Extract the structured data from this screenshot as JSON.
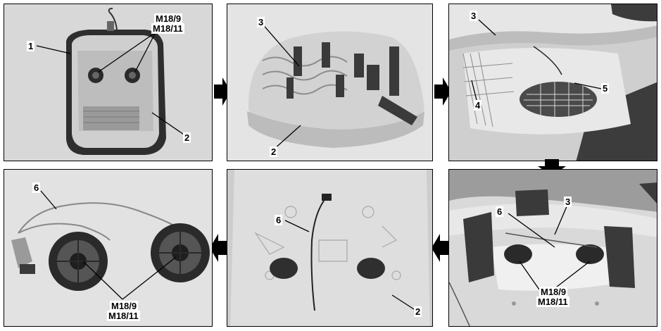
{
  "figure": {
    "panels": [
      {
        "id": "panel-1",
        "callouts": [
          "1",
          "2",
          "M18/9",
          "M18/11"
        ]
      },
      {
        "id": "panel-2",
        "callouts": [
          "3",
          "2"
        ]
      },
      {
        "id": "panel-3",
        "callouts": [
          "3",
          "4",
          "5"
        ]
      },
      {
        "id": "panel-4",
        "callouts": [
          "6",
          "3",
          "M18/9",
          "M18/11"
        ]
      },
      {
        "id": "panel-5",
        "callouts": [
          "6",
          "2"
        ]
      },
      {
        "id": "panel-6",
        "callouts": [
          "6",
          "M18/9",
          "M18/11"
        ]
      }
    ],
    "flow_arrows": [
      "right",
      "right",
      "down",
      "left",
      "left"
    ],
    "colors": {
      "frame": "#000000",
      "panel_bg": "#e3e3e3",
      "arrow": "#000000"
    }
  },
  "labels": {
    "p1": {
      "one": "1",
      "two": "2",
      "m189": "M18/9",
      "m1811": "M18/11"
    },
    "p2": {
      "three": "3",
      "two": "2"
    },
    "p3": {
      "three": "3",
      "four": "4",
      "five": "5"
    },
    "p4": {
      "six": "6",
      "three": "3",
      "m189": "M18/9",
      "m1811": "M18/11"
    },
    "p5": {
      "six": "6",
      "two": "2"
    },
    "p6": {
      "six": "6",
      "m189": "M18/9",
      "m1811": "M18/11"
    }
  }
}
